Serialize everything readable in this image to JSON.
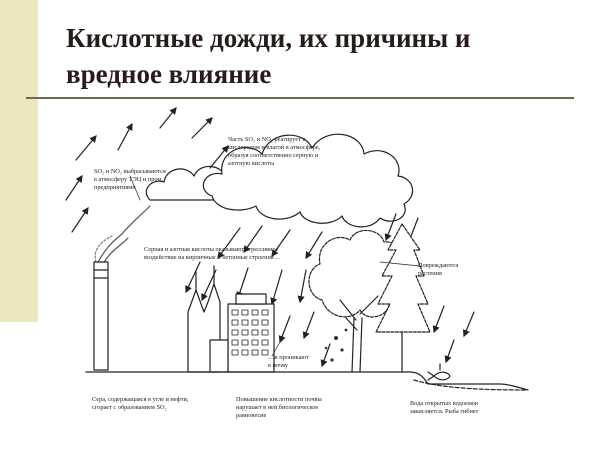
{
  "slide": {
    "title_lines": [
      "Кислотные дожди, их причины и",
      "вредное влияние"
    ]
  },
  "diagram": {
    "labels": {
      "emission": [
        "SO₂ и NO₂ выбрасываются",
        "в атмосферу ТЭЦ и пром.",
        "предприятиями"
      ],
      "reaction": [
        "Часть SO₂ и NO₂ реагирует с",
        "кислородом и влагой в атмосфере,",
        "образуя соответственно серную и",
        "азотную кислоты"
      ],
      "buildings": [
        "Серная и азотная кислоты оказывают агрессивное",
        "воздействие на кирпичные и бетонные строения ..."
      ],
      "plants": [
        "Повреждаются",
        "растения"
      ],
      "soil": [
        "... и проникают",
        "в почву"
      ],
      "sulfur": [
        "Сера, содержащаяся в угле и нефти,",
        "сгорает с образованием SO₂"
      ],
      "balance": [
        "Повышение кислотности почвы",
        "нарушает в ней биологическое",
        "равновесие"
      ],
      "water": [
        "Вода открытых водоемов",
        "закисляется. Рыба гибнет"
      ]
    }
  }
}
